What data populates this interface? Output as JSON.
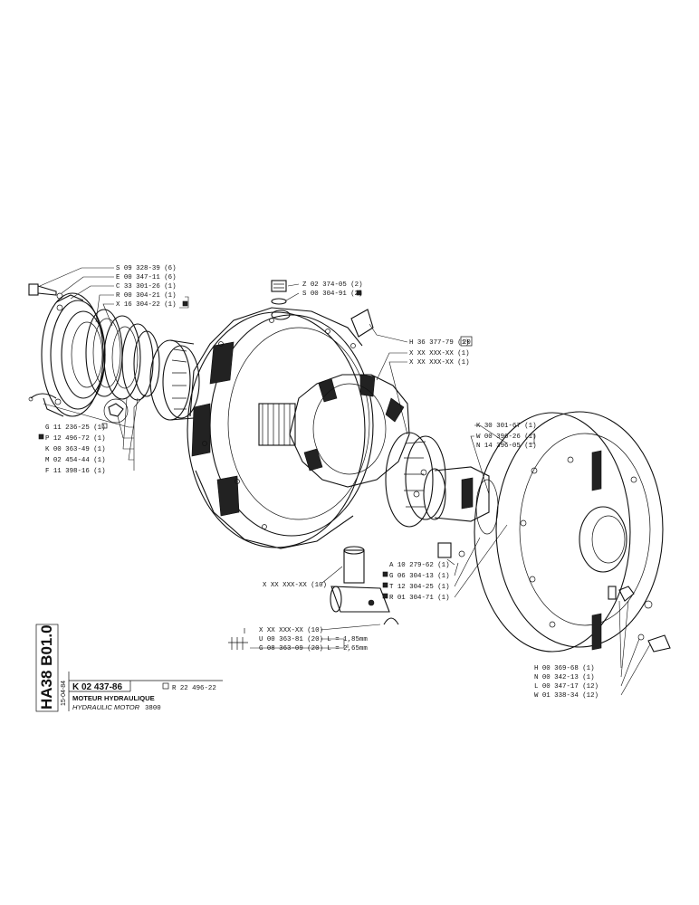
{
  "labels_top_left": [
    "S 09 328-39 (6)",
    "E 00 347-11 (6)",
    "C 33 301-26 (1)",
    "R 00 304-21 (1)",
    "X 16 304-22 (1)"
  ],
  "labels_top_center": [
    "Z 02 374-05 (2)",
    "S 00 304-91 (2)"
  ],
  "labels_right_mid": [
    "H 36 377-79 (1)",
    "X XX XXX-XX (1)",
    "X XX XXX-XX (1)"
  ],
  "badge_20": "20",
  "labels_left_lower": [
    "G 11 236-25 (1)",
    "P 12 496-72 (1)",
    "K 00 363-49 (1)",
    "M 02 454-44 (1)",
    "F 11 398-16 (1)"
  ],
  "labels_right_upper": [
    "K 30 301-67 (1)",
    "W 00 396-26 (1)",
    "N 14 396-05 (1)"
  ],
  "labels_center_lower": [
    "A 10 279-62 (1)",
    "G 06 304-13 (1)",
    "T 12 304-25 (1)",
    "R 01 304-71 (1)"
  ],
  "label_valve": "X XX XXX-XX (10)",
  "labels_bottom_center": [
    "X XX XXX-XX (10)",
    "U 00 363-81 (20) L = 1,85mm",
    "G 08 363-09 (20) L = 2,65mm"
  ],
  "labels_bottom_right": [
    "H 00 369-68 (1)",
    "N 00 342-13 (1)",
    "L 00 347-17 (12)",
    "W 01 338-34 (12)"
  ],
  "title_block": {
    "side_code": "HA38 B01.0",
    "date": "15-04-84",
    "drawing_no": "K 02 437-86",
    "ref_no": "R 22 496-22",
    "title_fr": "MOTEUR HYDRAULIQUE",
    "title_en": "HYDRAULIC MOTOR",
    "model": "3800"
  }
}
